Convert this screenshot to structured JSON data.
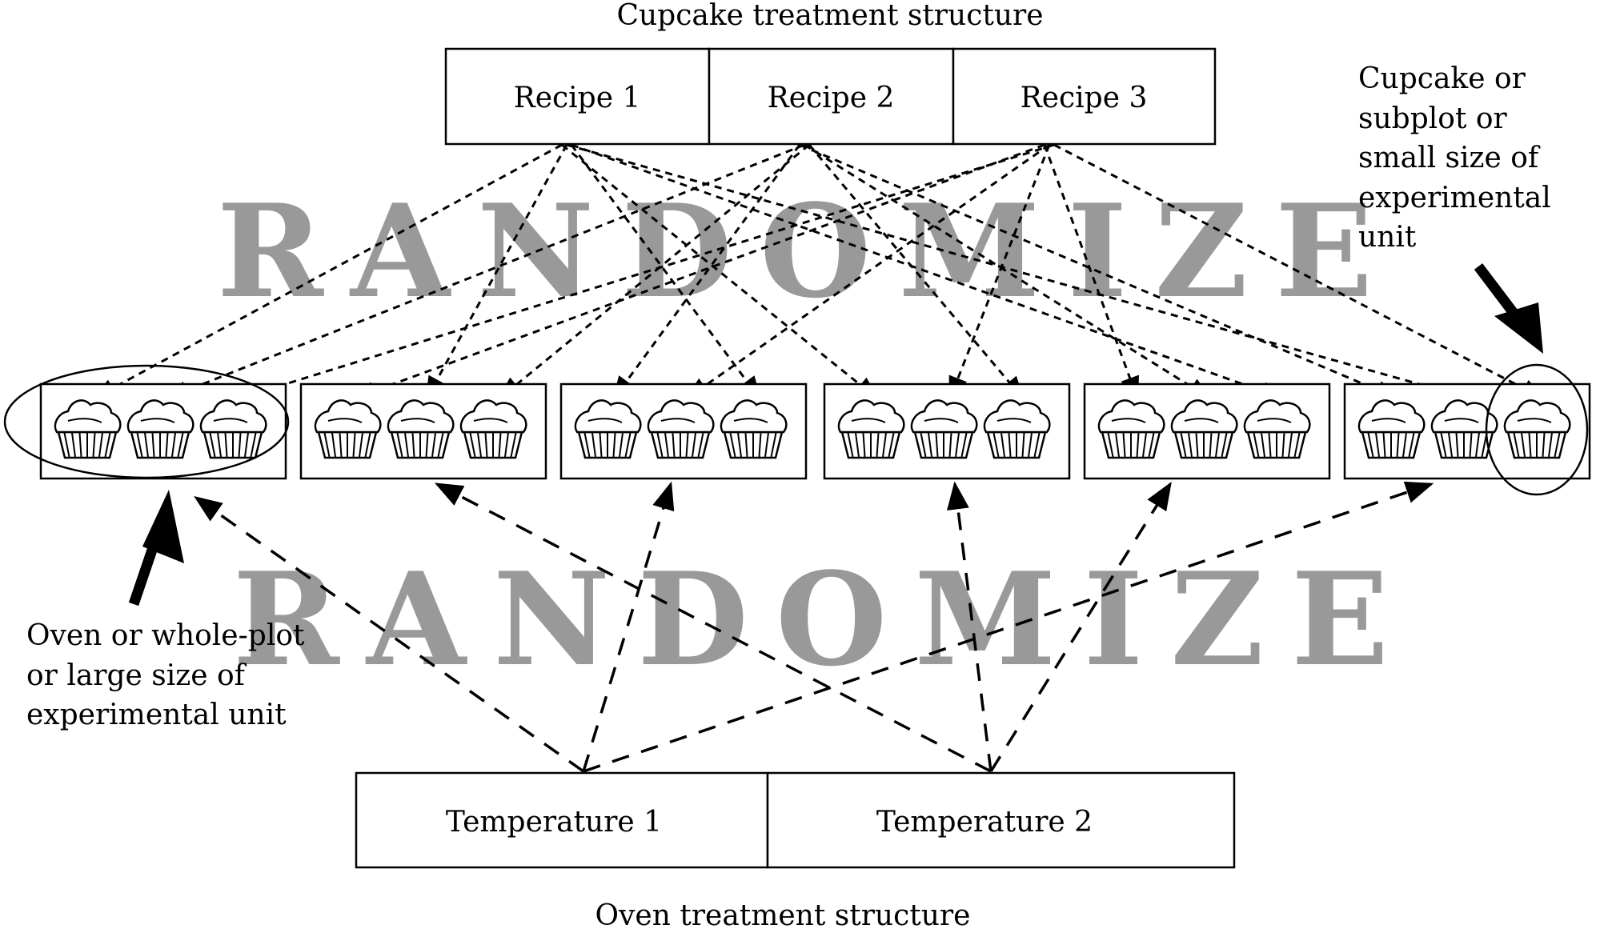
{
  "captions": {
    "top": "Cupcake treatment structure",
    "bottom": "Oven treatment structure"
  },
  "recipes": [
    "Recipe 1",
    "Recipe 2",
    "Recipe 3"
  ],
  "temperatures": [
    "Temperature 1",
    "Temperature 2"
  ],
  "watermark": {
    "upper": "RANDOMIZE",
    "lower": "RANDOMIZE",
    "color": "#999999"
  },
  "annotations": {
    "left_lines": [
      "Oven or whole-plot",
      "or large size of",
      "experimental unit"
    ],
    "right_lines": [
      "Cupcake or",
      "subplot or",
      "small size of",
      "experimental",
      "unit"
    ]
  },
  "ovens": {
    "count": 6,
    "cupcakes_per_oven": 3
  }
}
